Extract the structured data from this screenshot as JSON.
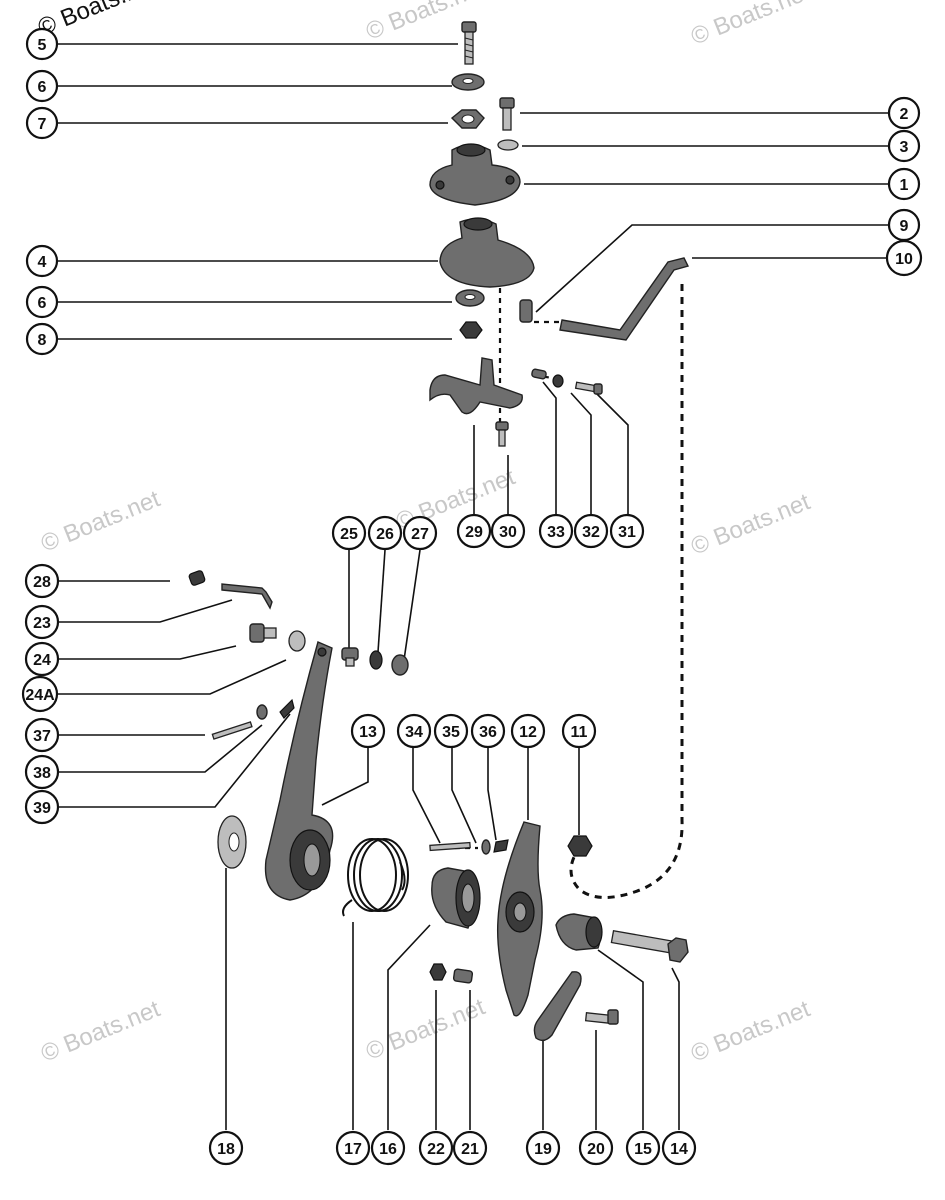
{
  "copyright": "© Boats.n",
  "watermark": "© Boats.net",
  "callouts": [
    "1",
    "2",
    "3",
    "4",
    "5",
    "6",
    "6",
    "7",
    "8",
    "9",
    "10",
    "11",
    "12",
    "13",
    "14",
    "15",
    "16",
    "17",
    "18",
    "19",
    "20",
    "21",
    "22",
    "23",
    "24",
    "24A",
    "25",
    "26",
    "27",
    "28",
    "29",
    "30",
    "31",
    "32",
    "33",
    "34",
    "35",
    "36",
    "37",
    "38",
    "39"
  ]
}
